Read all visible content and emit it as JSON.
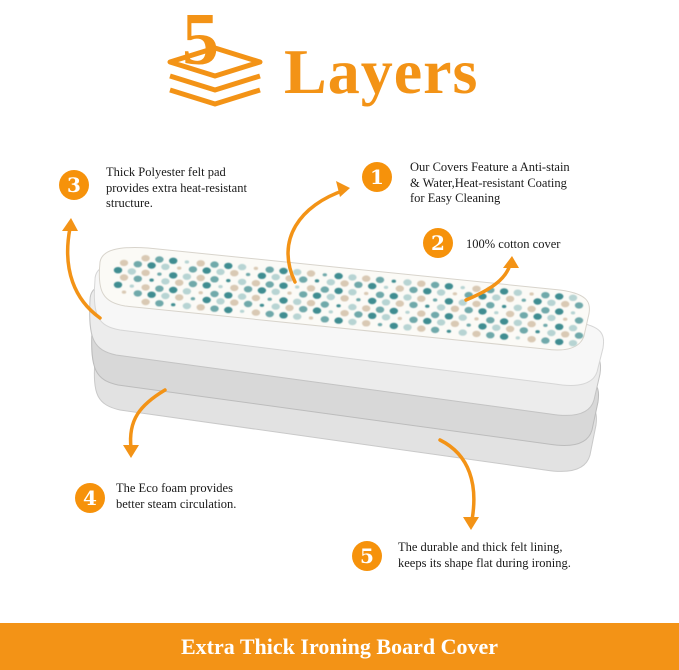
{
  "header": {
    "layer_count": "5",
    "title": "Layers"
  },
  "callouts": [
    {
      "number": "1",
      "lines": [
        "Our Covers Feature a Anti-stain",
        "& Water,Heat-resistant Coating",
        "for Easy Cleaning"
      ]
    },
    {
      "number": "2",
      "lines": [
        "100% cotton cover"
      ]
    },
    {
      "number": "3",
      "lines": [
        "Thick Polyester felt pad",
        "provides extra heat-resistant",
        "structure."
      ]
    },
    {
      "number": "4",
      "lines": [
        "The Eco foam provides",
        "better steam circulation."
      ]
    },
    {
      "number": "5",
      "lines": [
        "The durable and thick felt lining,",
        "keeps its shape flat during ironing."
      ]
    }
  ],
  "banner": {
    "text": "Extra Thick Ironing Board Cover"
  },
  "colors": {
    "accent": "#f39316",
    "dots": [
      "#3f8d91",
      "#6fa9aa",
      "#d9c9b4",
      "#b7d4d3"
    ]
  }
}
